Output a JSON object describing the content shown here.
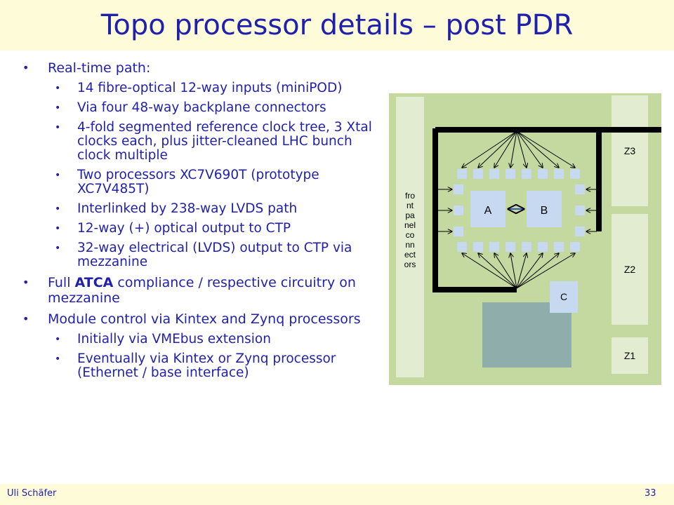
{
  "slide": {
    "title": "Topo processor details – post PDR",
    "footer_author": "Uli Schäfer",
    "page_number": "33"
  },
  "bullets": [
    {
      "text": "Real-time path:",
      "children": [
        "14 fibre-optical 12-way inputs (miniPOD)",
        "Via four 48-way backplane connectors",
        "4-fold segmented reference clock tree, 3 Xtal clocks each, plus jitter-cleaned LHC bunch clock multiple",
        "Two processors XC7V690T (prototype XC7V485T)",
        "Interlinked by 238-way LVDS path",
        "12-way (+) optical output to CTP",
        "32-way electrical (LVDS) output to CTP via mezzanine"
      ]
    },
    {
      "text_pre": "Full ",
      "text_bold": "ATCA",
      "text_post": " compliance / respective circuitry on mezzanine"
    },
    {
      "text": "Module control via Kintex and Zynq processors",
      "children": [
        "Initially via VMEbus extension",
        "Eventually via Kintex or Zynq processor (Ethernet / base interface)"
      ]
    }
  ],
  "diagram": {
    "front_connectors_label": "fro\nnt\npa\nnel\nco\nnn\nect\nors",
    "zone_labels": [
      "Z3",
      "Z2",
      "Z1"
    ],
    "chip_labels": [
      "A",
      "B",
      "C"
    ],
    "colors": {
      "board": "#c4d9a0",
      "zone": "#e1ecd0",
      "chip": "#c6d9f0",
      "mezzanine": "#8fadaa",
      "trace": "#000000"
    }
  }
}
